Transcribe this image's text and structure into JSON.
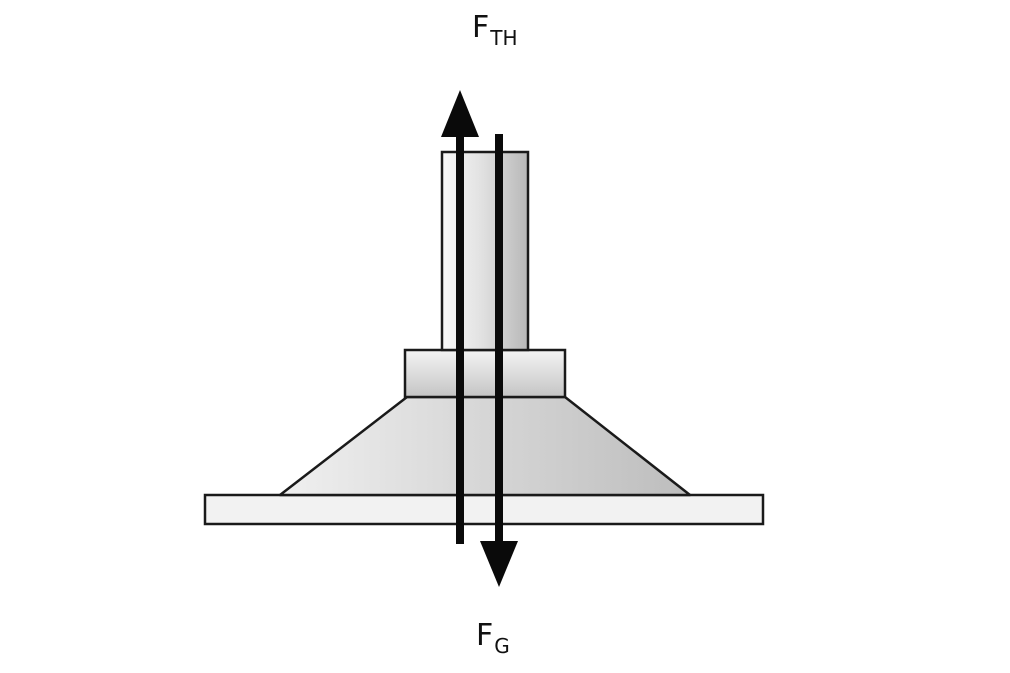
{
  "labels": {
    "thrust_force": {
      "main": "F",
      "sub": "TH"
    },
    "gravity_force": {
      "main": "F",
      "sub": "G"
    }
  },
  "colors": {
    "outline": "#1a1a1a",
    "arrow": "#0a0a0a",
    "base_plate_fill": "#f2f2f2",
    "body_light": "#f7f7f7",
    "body_dark": "#b9b9b9"
  }
}
